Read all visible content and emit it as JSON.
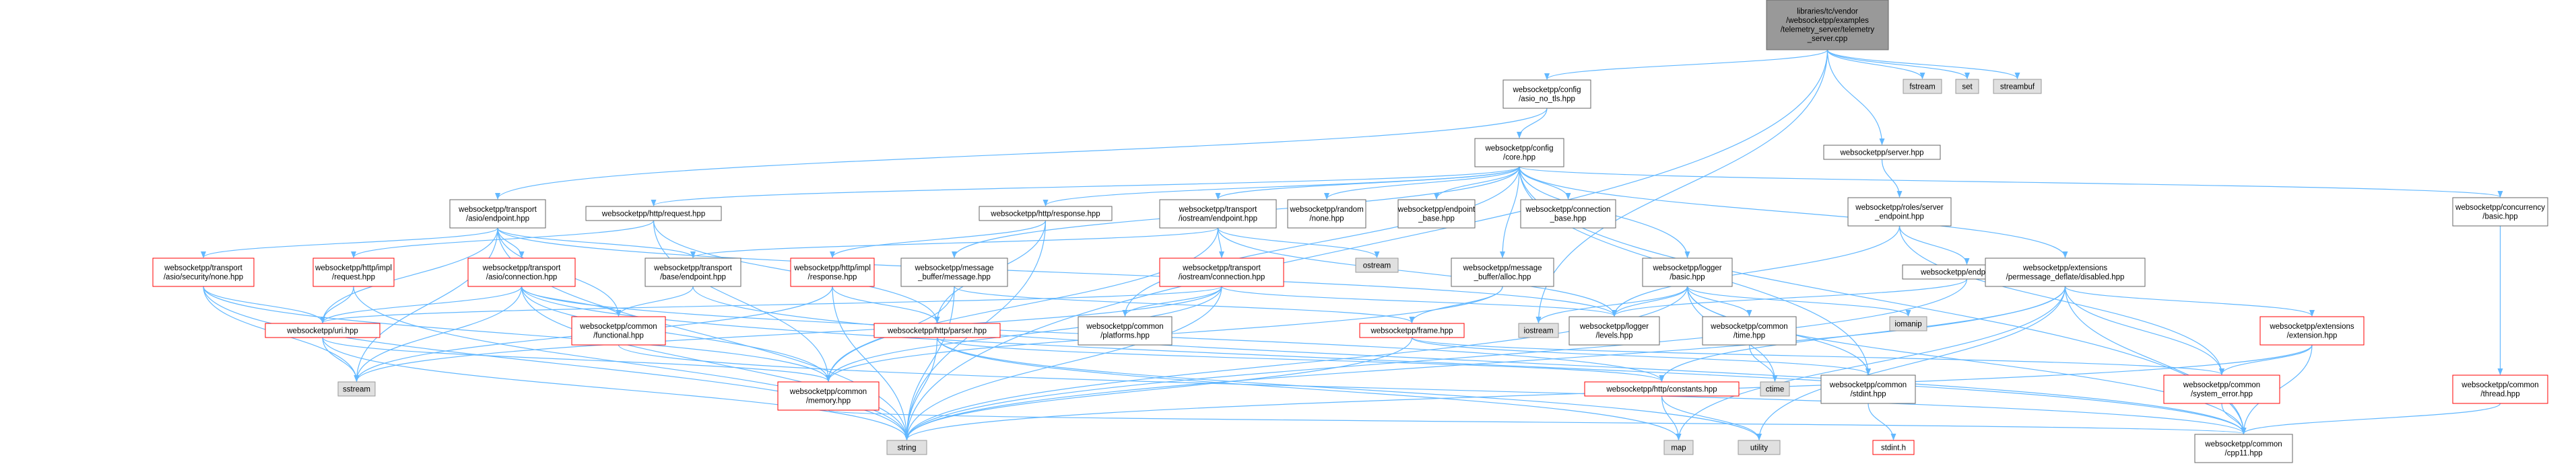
{
  "colors": {
    "edge": "#63b8ff",
    "arrow": "#63b8ff",
    "root_fill": "#999999",
    "root_border": "#666666",
    "node_fill": "#ffffff",
    "node_border": "#666666",
    "ext_fill": "#e0e0e0",
    "ext_border": "#999999",
    "trunc_border": "#ff0000"
  },
  "nodes": {
    "root": [
      "libraries/tc/vendor",
      "/websocketpp/examples",
      "/telemetry_server/telemetry",
      "_server.cpp"
    ],
    "fstream": [
      "fstream"
    ],
    "set": [
      "set"
    ],
    "streambuf": [
      "streambuf"
    ],
    "asio_no_tls": [
      "websocketpp/config",
      "/asio_no_tls.hpp"
    ],
    "server": [
      "websocketpp/server.hpp"
    ],
    "config_core": [
      "websocketpp/config",
      "/core.hpp"
    ],
    "roles_server": [
      "websocketpp/roles/server",
      "_endpoint.hpp"
    ],
    "concurrency_basic": [
      "websocketpp/concurrency",
      "/basic.hpp"
    ],
    "asio_endpoint": [
      "websocketpp/transport",
      "/asio/endpoint.hpp"
    ],
    "http_request": [
      "websocketpp/http/request.hpp"
    ],
    "http_response": [
      "websocketpp/http/response.hpp"
    ],
    "iostream_endpoint": [
      "websocketpp/transport",
      "/iostream/endpoint.hpp"
    ],
    "random_none": [
      "websocketpp/random",
      "/none.hpp"
    ],
    "endpoint_base": [
      "websocketpp/endpoint",
      "_base.hpp"
    ],
    "connection_base": [
      "websocketpp/connection",
      "_base.hpp"
    ],
    "ostream": [
      "ostream"
    ],
    "message_alloc": [
      "websocketpp/message",
      "_buffer/alloc.hpp"
    ],
    "logger_basic": [
      "websocketpp/logger",
      "/basic.hpp"
    ],
    "endpoint_hpp": [
      "websocketpp/endpoint.hpp"
    ],
    "permessage": [
      "websocketpp/extensions",
      "/permessage_deflate/disabled.hpp"
    ],
    "asio_security_none": [
      "websocketpp/transport",
      "/asio/security/none.hpp"
    ],
    "http_impl_request": [
      "websocketpp/http/impl",
      "/request.hpp"
    ],
    "asio_connection": [
      "websocketpp/transport",
      "/asio/connection.hpp"
    ],
    "transport_base_endpoint": [
      "websocketpp/transport",
      "/base/endpoint.hpp"
    ],
    "http_impl_response": [
      "websocketpp/http/impl",
      "/response.hpp"
    ],
    "message_buffer": [
      "websocketpp/message",
      "_buffer/message.hpp"
    ],
    "iostream_connection": [
      "websocketpp/transport",
      "/iostream/connection.hpp"
    ],
    "common_functional": [
      "websocketpp/common",
      "/functional.hpp"
    ],
    "uri": [
      "websocketpp/uri.hpp"
    ],
    "http_parser": [
      "websocketpp/http/parser.hpp"
    ],
    "common_platforms": [
      "websocketpp/common",
      "/platforms.hpp"
    ],
    "frame": [
      "websocketpp/frame.hpp"
    ],
    "iostream": [
      "iostream"
    ],
    "logger_levels": [
      "websocketpp/logger",
      "/levels.hpp"
    ],
    "iomanip": [
      "iomanip"
    ],
    "common_time": [
      "websocketpp/common",
      "/time.hpp"
    ],
    "ext_extension": [
      "websocketpp/extensions",
      "/extension.hpp"
    ],
    "common_thread": [
      "websocketpp/common",
      "/thread.hpp"
    ],
    "sstream": [
      "sstream"
    ],
    "common_memory": [
      "websocketpp/common",
      "/memory.hpp"
    ],
    "http_constants": [
      "websocketpp/http/constants.hpp"
    ],
    "ctime": [
      "ctime"
    ],
    "common_stdint": [
      "websocketpp/common",
      "/stdint.hpp"
    ],
    "common_system_error": [
      "websocketpp/common",
      "/system_error.hpp"
    ],
    "string": [
      "string"
    ],
    "map": [
      "map"
    ],
    "utility": [
      "utility"
    ],
    "stdint_h": [
      "stdint.h"
    ],
    "common_cpp11": [
      "websocketpp/common",
      "/cpp11.hpp"
    ]
  }
}
